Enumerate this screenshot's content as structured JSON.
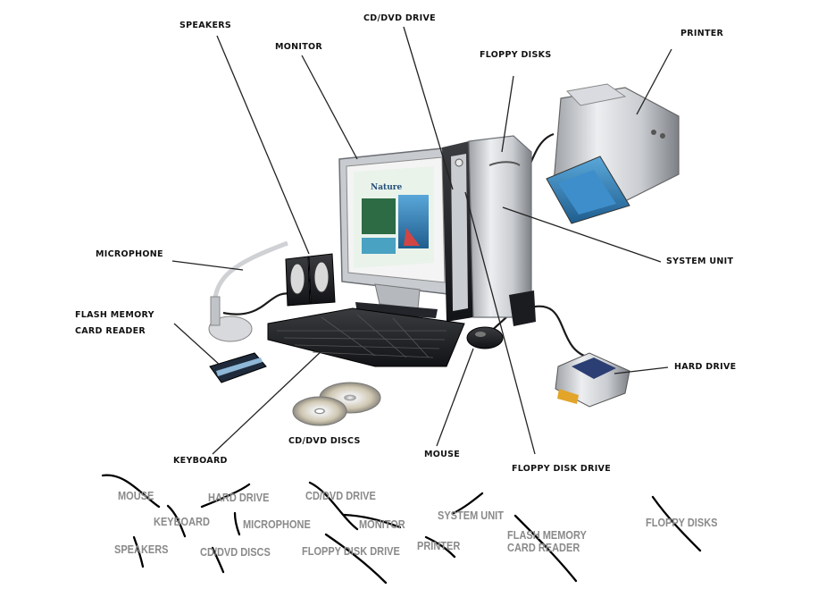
{
  "labels": {
    "speakers": "SPEAKERS",
    "monitor": "MONITOR",
    "cd_dvd_drive": "CD/DVD DRIVE",
    "floppy_disks": "FLOPPY DISKS",
    "printer": "PRINTER",
    "microphone": "MICROPHONE",
    "flash_reader_line1": "FLASH MEMORY",
    "flash_reader_line2": "CARD READER",
    "system_unit": "SYSTEM UNIT",
    "hard_drive": "HARD DRIVE",
    "keyboard": "KEYBOARD",
    "cd_dvd_discs": "CD/DVD DISCS",
    "mouse": "MOUSE",
    "floppy_disk_drive": "FLOPPY DISK DRIVE"
  },
  "word_bank": [
    "MOUSE",
    "HARD DRIVE",
    "CD/DVD DRIVE",
    "KEYBOARD",
    "MICROPHONE",
    "MONITOR",
    "SYSTEM UNIT",
    "SPEAKERS",
    "CD/DVD DISCS",
    "FLOPPY DISK DRIVE",
    "PRINTER",
    "FLASH MEMORY",
    "CARD READER",
    "FLOPPY DISKS"
  ],
  "screen": {
    "banner": "Nature"
  },
  "colors": {
    "label": "#111111",
    "bank": "#8a8a8a",
    "scribble": "#000000",
    "leader": "#222222"
  }
}
